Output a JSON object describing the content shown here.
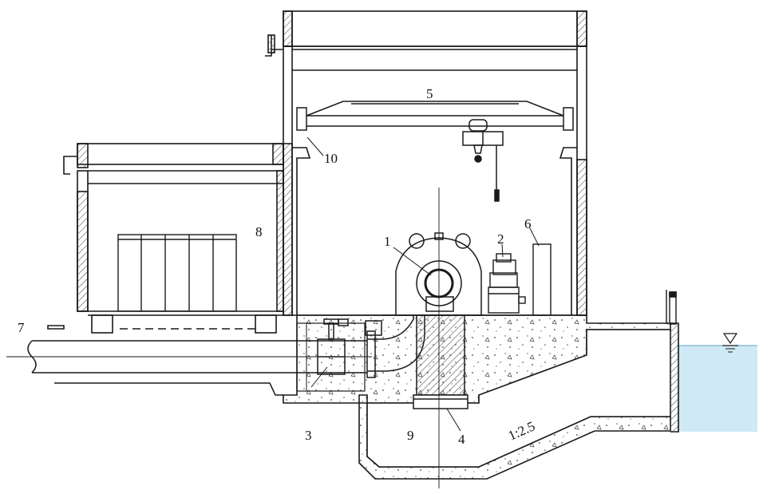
{
  "labels": {
    "n1": "1",
    "n2": "2",
    "n3": "3",
    "n4": "4",
    "n5": "5",
    "n6": "6",
    "n7": "7",
    "n8": "8",
    "n9": "9",
    "n10": "10",
    "slope": "1:2.5"
  },
  "colors": {
    "line": "#1a1a1a",
    "water": "#cfe9f5",
    "hatch": "#555555"
  }
}
